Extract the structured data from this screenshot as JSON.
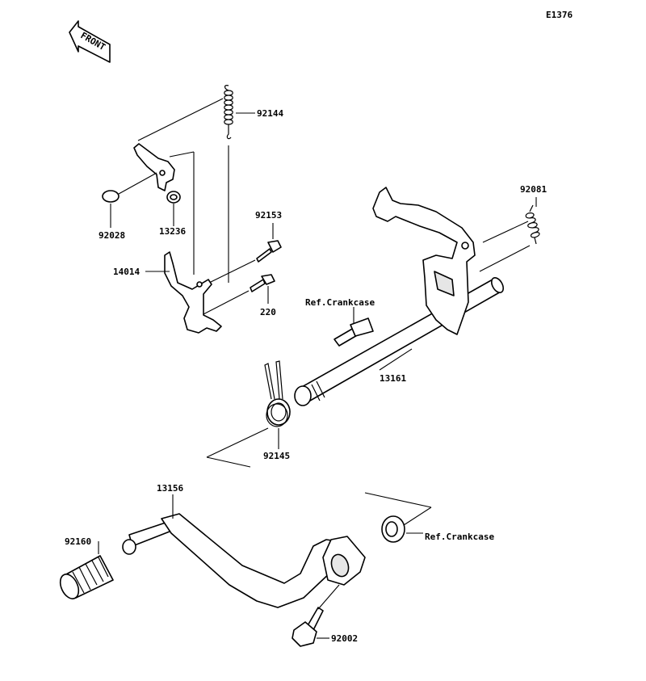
{
  "diagram_code": "E1376",
  "front_marker": "FRONT",
  "labels": {
    "p92144": "92144",
    "p92028": "92028",
    "p13236": "13236",
    "p92153": "92153",
    "p14014": "14014",
    "p220": "220",
    "p92081": "92081",
    "ref_crankcase_upper": "Ref.Crankcase",
    "p13161": "13161",
    "p92145": "92145",
    "p13156": "13156",
    "p92160": "92160",
    "ref_crankcase_lower": "Ref.Crankcase",
    "p92002": "92002"
  }
}
